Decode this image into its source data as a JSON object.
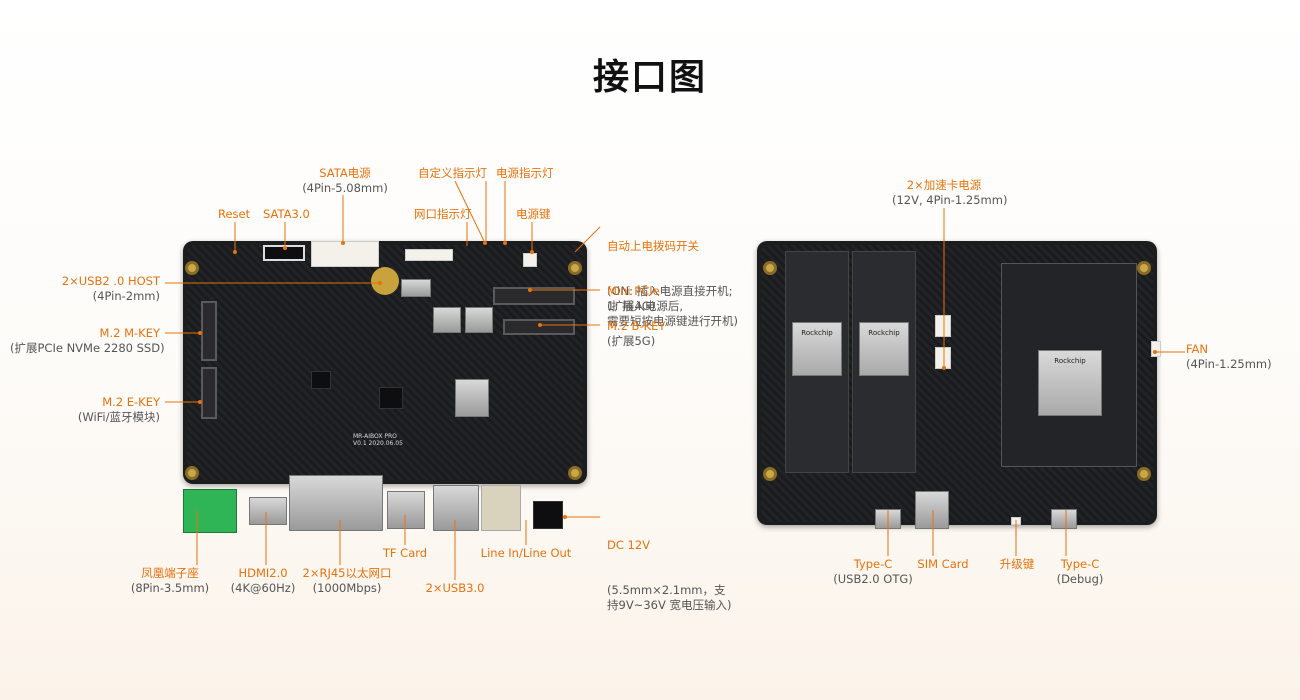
{
  "title": "接口图",
  "left_board": {
    "labels": [
      {
        "name": "SATA电源",
        "sub": "(4Pin-5.08mm)"
      },
      {
        "name": "自定义指示灯",
        "sub": ""
      },
      {
        "name": "电源指示灯",
        "sub": ""
      },
      {
        "name": "Reset",
        "sub": ""
      },
      {
        "name": "SATA3.0",
        "sub": ""
      },
      {
        "name": "网口指示灯",
        "sub": ""
      },
      {
        "name": "电源键",
        "sub": ""
      },
      {
        "name": "自动上电拨码开关",
        "sub": "(ON: 插入电源直接开机;\n1: 插入电源后,\n需要短按电源键进行开机)"
      },
      {
        "name": "2×USB2 .0 HOST",
        "sub": "(4Pin-2mm)"
      },
      {
        "name": "Mini PCIe",
        "sub": "(扩展4G)"
      },
      {
        "name": "M.2 M-KEY",
        "sub": "(扩展PCIe NVMe 2280 SSD)"
      },
      {
        "name": "M.2 B-KEY",
        "sub": "(扩展5G)"
      },
      {
        "name": "M.2 E-KEY",
        "sub": "(WiFi/蓝牙模块)"
      },
      {
        "name": "DC 12V",
        "sub": "(5.5mm×2.1mm，支\n持9V~36V 宽电压输入)"
      },
      {
        "name": "凤凰端子座",
        "sub": "(8Pin-3.5mm)"
      },
      {
        "name": "HDMI2.0",
        "sub": "(4K@60Hz)"
      },
      {
        "name": "2×RJ45以太网口",
        "sub": "(1000Mbps)"
      },
      {
        "name": "TF Card",
        "sub": ""
      },
      {
        "name": "Line In/Line Out",
        "sub": ""
      },
      {
        "name": "2×USB3.0",
        "sub": ""
      }
    ],
    "silkscreen": {
      "model": "MR-AIBOX PRO",
      "version": "V0.1 2020.06.05"
    }
  },
  "right_board": {
    "labels": [
      {
        "name": "2×加速卡电源",
        "sub": "(12V, 4Pin-1.25mm)"
      },
      {
        "name": "FAN",
        "sub": "(4Pin-1.25mm)"
      },
      {
        "name": "Type-C",
        "sub": "(USB2.0 OTG)"
      },
      {
        "name": "SIM Card",
        "sub": ""
      },
      {
        "name": "升级键",
        "sub": ""
      },
      {
        "name": "Type-C",
        "sub": "(Debug)"
      }
    ],
    "chip_text": {
      "accel": "Rockchip",
      "soc": "Rockchip"
    }
  },
  "colors": {
    "label": "#e8720c",
    "sub": "#555555",
    "title": "#111111"
  }
}
